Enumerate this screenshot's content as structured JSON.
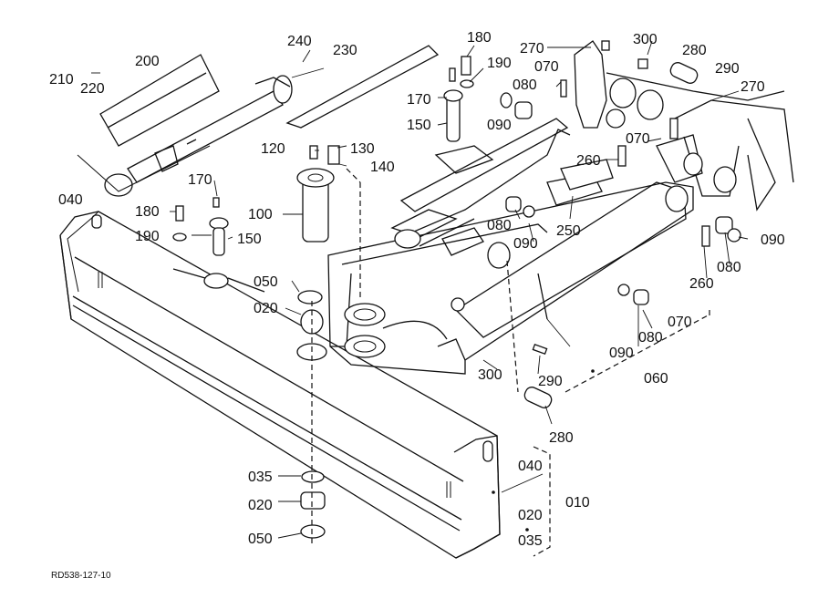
{
  "labels": {
    "p010": "010",
    "p020_top": "020",
    "p020_bottom": "020",
    "p020_right": "020",
    "p035_bottom": "035",
    "p035_right": "035",
    "p040_left": "040",
    "p040_right": "040",
    "p050_top": "050",
    "p050_bottom": "050",
    "p060": "060",
    "p070_a": "070",
    "p070_b": "070",
    "p070_c": "070",
    "p080_a": "080",
    "p080_b": "080",
    "p080_c": "080",
    "p080_d": "080",
    "p090_a": "090",
    "p090_b": "090",
    "p090_c": "090",
    "p090_d": "090",
    "p100": "100",
    "p120": "120",
    "p130": "130",
    "p140": "140",
    "p150_a": "150",
    "p150_b": "150",
    "p170_a": "170",
    "p170_b": "170",
    "p180_a": "180",
    "p180_b": "180",
    "p190_a": "190",
    "p190_b": "190",
    "p200": "200",
    "p210": "210",
    "p220": "220",
    "p230": "230",
    "p240": "240",
    "p250": "250",
    "p260_a": "260",
    "p260_b": "260",
    "p270_a": "270",
    "p270_b": "270",
    "p280_a": "280",
    "p280_b": "280",
    "p290_a": "290",
    "p290_b": "290",
    "p300_a": "300",
    "p300_b": "300"
  },
  "footer_code": "RD538-127-10"
}
